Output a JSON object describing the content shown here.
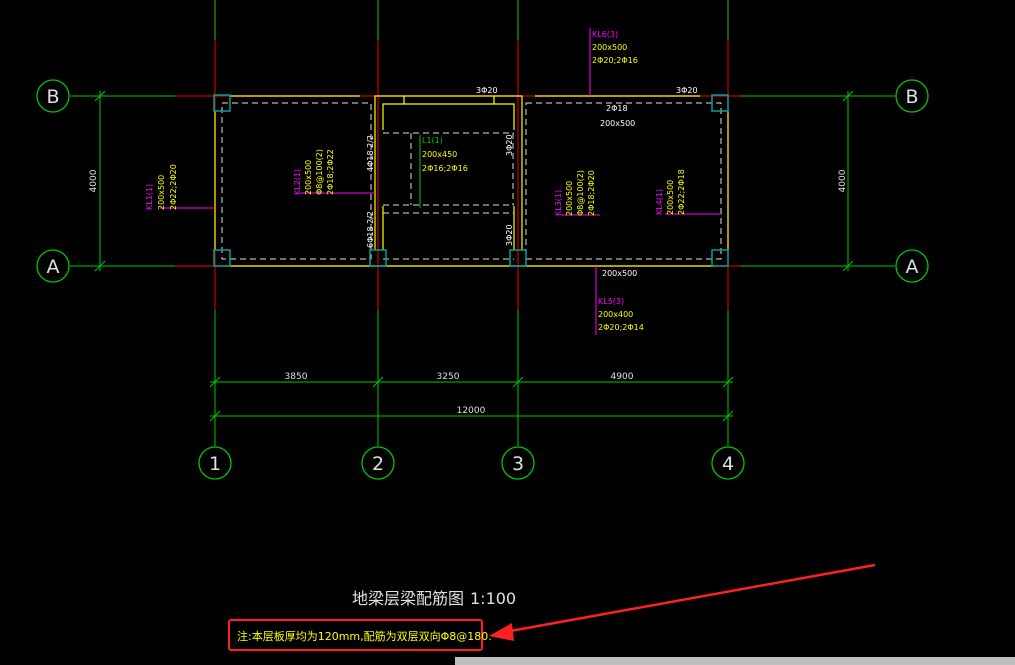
{
  "drawing": {
    "title": "地梁层梁配筋图",
    "scale": "1:100",
    "note": "注:本层板厚均为120mm,配筋为双层双向Φ8@180."
  },
  "axes": {
    "rows": [
      {
        "label": "B"
      },
      {
        "label": "A"
      }
    ],
    "cols": [
      {
        "label": "1"
      },
      {
        "label": "2"
      },
      {
        "label": "3"
      },
      {
        "label": "4"
      }
    ]
  },
  "dimensions": {
    "span_1_2": "3850",
    "span_2_3": "3250",
    "span_3_4": "4900",
    "total": "12000",
    "left_height": "4000",
    "right_height": "4000"
  },
  "beams": {
    "kl6": {
      "name": "KL6(3)",
      "size": "200x500",
      "rebar": "2Φ20;2Φ16"
    },
    "kl5": {
      "name": "KL5(3)",
      "size": "200x400",
      "rebar": "2Φ20;2Φ14"
    },
    "kl1": {
      "name": "KL1(1)",
      "size": "200x500",
      "rebar": "2Φ22;2Φ20"
    },
    "kl2": {
      "name": "KL2(1)",
      "size": "200x500",
      "stirrup": "Φ8@100(2)",
      "rebar": "2Φ18;2Φ22"
    },
    "l1": {
      "name": "L1(1)",
      "size": "200x450",
      "rebar": "2Φ16;2Φ16"
    },
    "kl3": {
      "name": "KL3(1)",
      "size": "200x500",
      "stirrup": "Φ8@100(2)",
      "rebar": "2Φ18;2Φ20"
    },
    "kl4": {
      "name": "KL4(1)",
      "size": "200x500",
      "rebar": "2Φ22;2Φ18"
    }
  },
  "annotations": {
    "top_mid": "3Φ20",
    "top_right": "3Φ20",
    "top_span3_rebar": "2Φ18",
    "top_span3_size": "200x500",
    "bottom_span3_size": "200x500",
    "col2_top": "4Φ18 2/2",
    "col2_bottom": "6Φ18 2/2",
    "col3_top": "3Φ20",
    "col3_bottom": "3Φ20"
  },
  "colors": {
    "grid": "#00c800",
    "beam_outline": "#ffff00",
    "magenta": "#ff00ff",
    "text_white": "#ffffff",
    "column": "#00a0a0",
    "red_axis": "#c80000",
    "note_box": "#ff2020"
  }
}
